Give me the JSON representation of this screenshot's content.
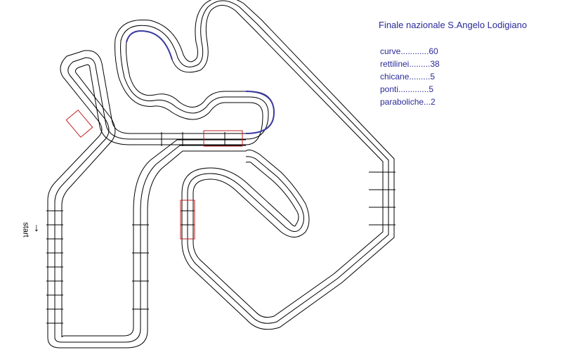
{
  "title": "Finale nazionale S.Angelo Lodigiano",
  "stats": [
    {
      "text": "curve............60"
    },
    {
      "text": "rettilinei.........38"
    },
    {
      "text": "chicane.........5"
    },
    {
      "text": "ponti.............5"
    },
    {
      "text": "paraboliche...2"
    }
  ],
  "start": {
    "label": "start",
    "arrow": "↓"
  },
  "colors": {
    "track": "#000000",
    "text": "#2a2a9a",
    "parabolic": "#3a3aa0",
    "bridge": "#c02020"
  }
}
